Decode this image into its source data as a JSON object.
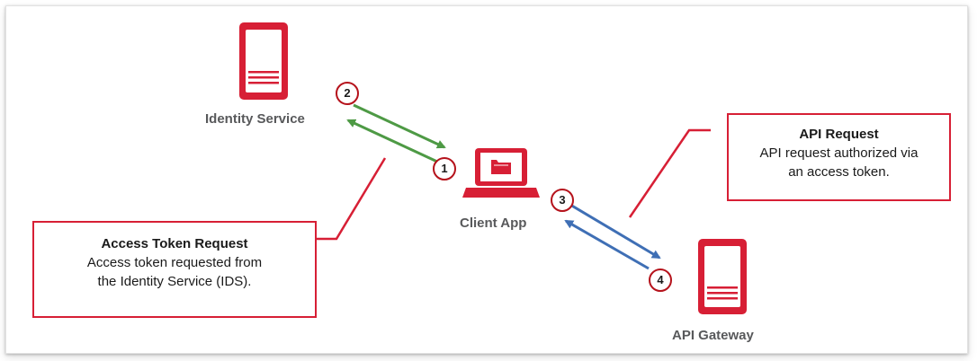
{
  "nodes": {
    "identity_service": {
      "label": "Identity Service"
    },
    "client_app": {
      "label": "Client App"
    },
    "api_gateway": {
      "label": "API Gateway"
    }
  },
  "callouts": {
    "access_token": {
      "title": "Access Token Request",
      "body_line1": "Access token requested from",
      "body_line2": "the Identity Service (IDS)."
    },
    "api_request": {
      "title": "API Request",
      "body_line1": "API request authorized via",
      "body_line2": "an access token."
    }
  },
  "steps": [
    "1",
    "2",
    "3",
    "4"
  ],
  "colors": {
    "accent_red": "#d71f35",
    "badge_red": "#b5121b",
    "green_arrow": "#4e9a45",
    "blue_arrow": "#3f6fb5",
    "label_gray": "#58595b"
  },
  "icons": {
    "identity_service": "server-icon",
    "api_gateway": "server-icon",
    "client_app": "laptop-folder-icon"
  }
}
